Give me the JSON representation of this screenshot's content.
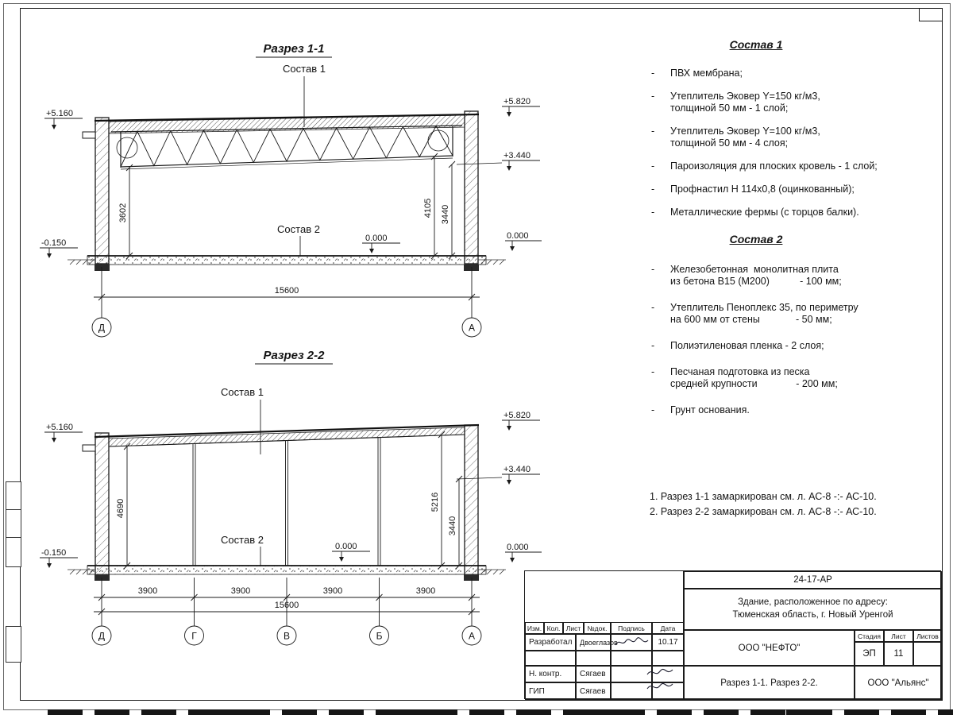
{
  "section1": {
    "title": "Разрез 1-1",
    "sostav1_label": "Состав 1",
    "sostav2_label": "Состав 2",
    "elev_left_top": "+5.160",
    "elev_left_bottom": "-0.150",
    "elev_right_top": "+5.820",
    "elev_right_mid": "+3.440",
    "elev_right_zero": "0.000",
    "elev_floor": "0.000",
    "dim_left": "3602",
    "dim_right1": "4105",
    "dim_right2": "3440",
    "dim_total": "15600",
    "axes": [
      "Д",
      "А"
    ]
  },
  "section2": {
    "title": "Разрез 2-2",
    "sostav1_label": "Состав 1",
    "sostav2_label": "Состав 2",
    "elev_left_top": "+5.160",
    "elev_left_bottom": "-0.150",
    "elev_right_top": "+5.820",
    "elev_right_mid": "+3.440",
    "elev_right_zero": "0.000",
    "elev_floor": "0.000",
    "dim_left": "4690",
    "dim_right1": "5216",
    "dim_right2": "3440",
    "dim_bays": [
      "3900",
      "3900",
      "3900",
      "3900"
    ],
    "dim_total": "15600",
    "axes": [
      "Д",
      "Г",
      "В",
      "Б",
      "А"
    ]
  },
  "lists": {
    "bullet": "-",
    "sostav1": {
      "title": "Состав 1",
      "items": [
        "ПВХ мембрана;",
        "Утеплитель Эковер Y=150 кг/м3,\nтолщиной 50 мм - 1 слой;",
        "Утеплитель Эковер Y=100 кг/м3,\nтолщиной 50 мм - 4 слоя;",
        "Пароизоляция для плоских кровель - 1 слой;",
        "Профнастил Н 114х0,8 (оцинкованный);",
        "Металлические фермы (с торцов балки)."
      ]
    },
    "sostav2": {
      "title": "Состав 2",
      "items": [
        "Железобетонная  монолитная плита\nиз бетона В15 (М200)           - 100 мм;",
        "Утеплитель Пеноплекс 35, по периметру\nна 600 мм от стены             - 50 мм;",
        "Полиэтиленовая пленка - 2 слоя;",
        "Песчаная подготовка из песка\nсредней крупности              - 200 мм;",
        "Грунт основания."
      ]
    }
  },
  "notes": [
    "1. Разрез 1-1 замаркирован см. л. АС-8 -:- АС-10.",
    "2. Разрез 2-2 замаркирован см. л. АС-8 -:- АС-10."
  ],
  "titleblock": {
    "doc_number": "24-17-АР",
    "object": "Здание, расположенное по адресу:\nТюменская область, г. Новый Уренгой",
    "cols": [
      "Изм.",
      "Кол.",
      "Лист",
      "№док.",
      "Подпись",
      "Дата"
    ],
    "rows": [
      {
        "role": "Разработал",
        "name": "Двоеглазов",
        "date": "10.17"
      },
      {
        "role": "Н. контр.",
        "name": "Сягаев",
        "date": ""
      },
      {
        "role": "ГИП",
        "name": "Сягаев",
        "date": ""
      }
    ],
    "company": "ООО \"НЕФТО\"",
    "stage_label": "Стадия",
    "sheet_label": "Лист",
    "sheets_label": "Листов",
    "stage": "ЭП",
    "sheet": "11",
    "sheets": "",
    "sheet_title": "Разрез 1-1. Разрез 2-2.",
    "contractor": "ООО \"Альянс\""
  }
}
